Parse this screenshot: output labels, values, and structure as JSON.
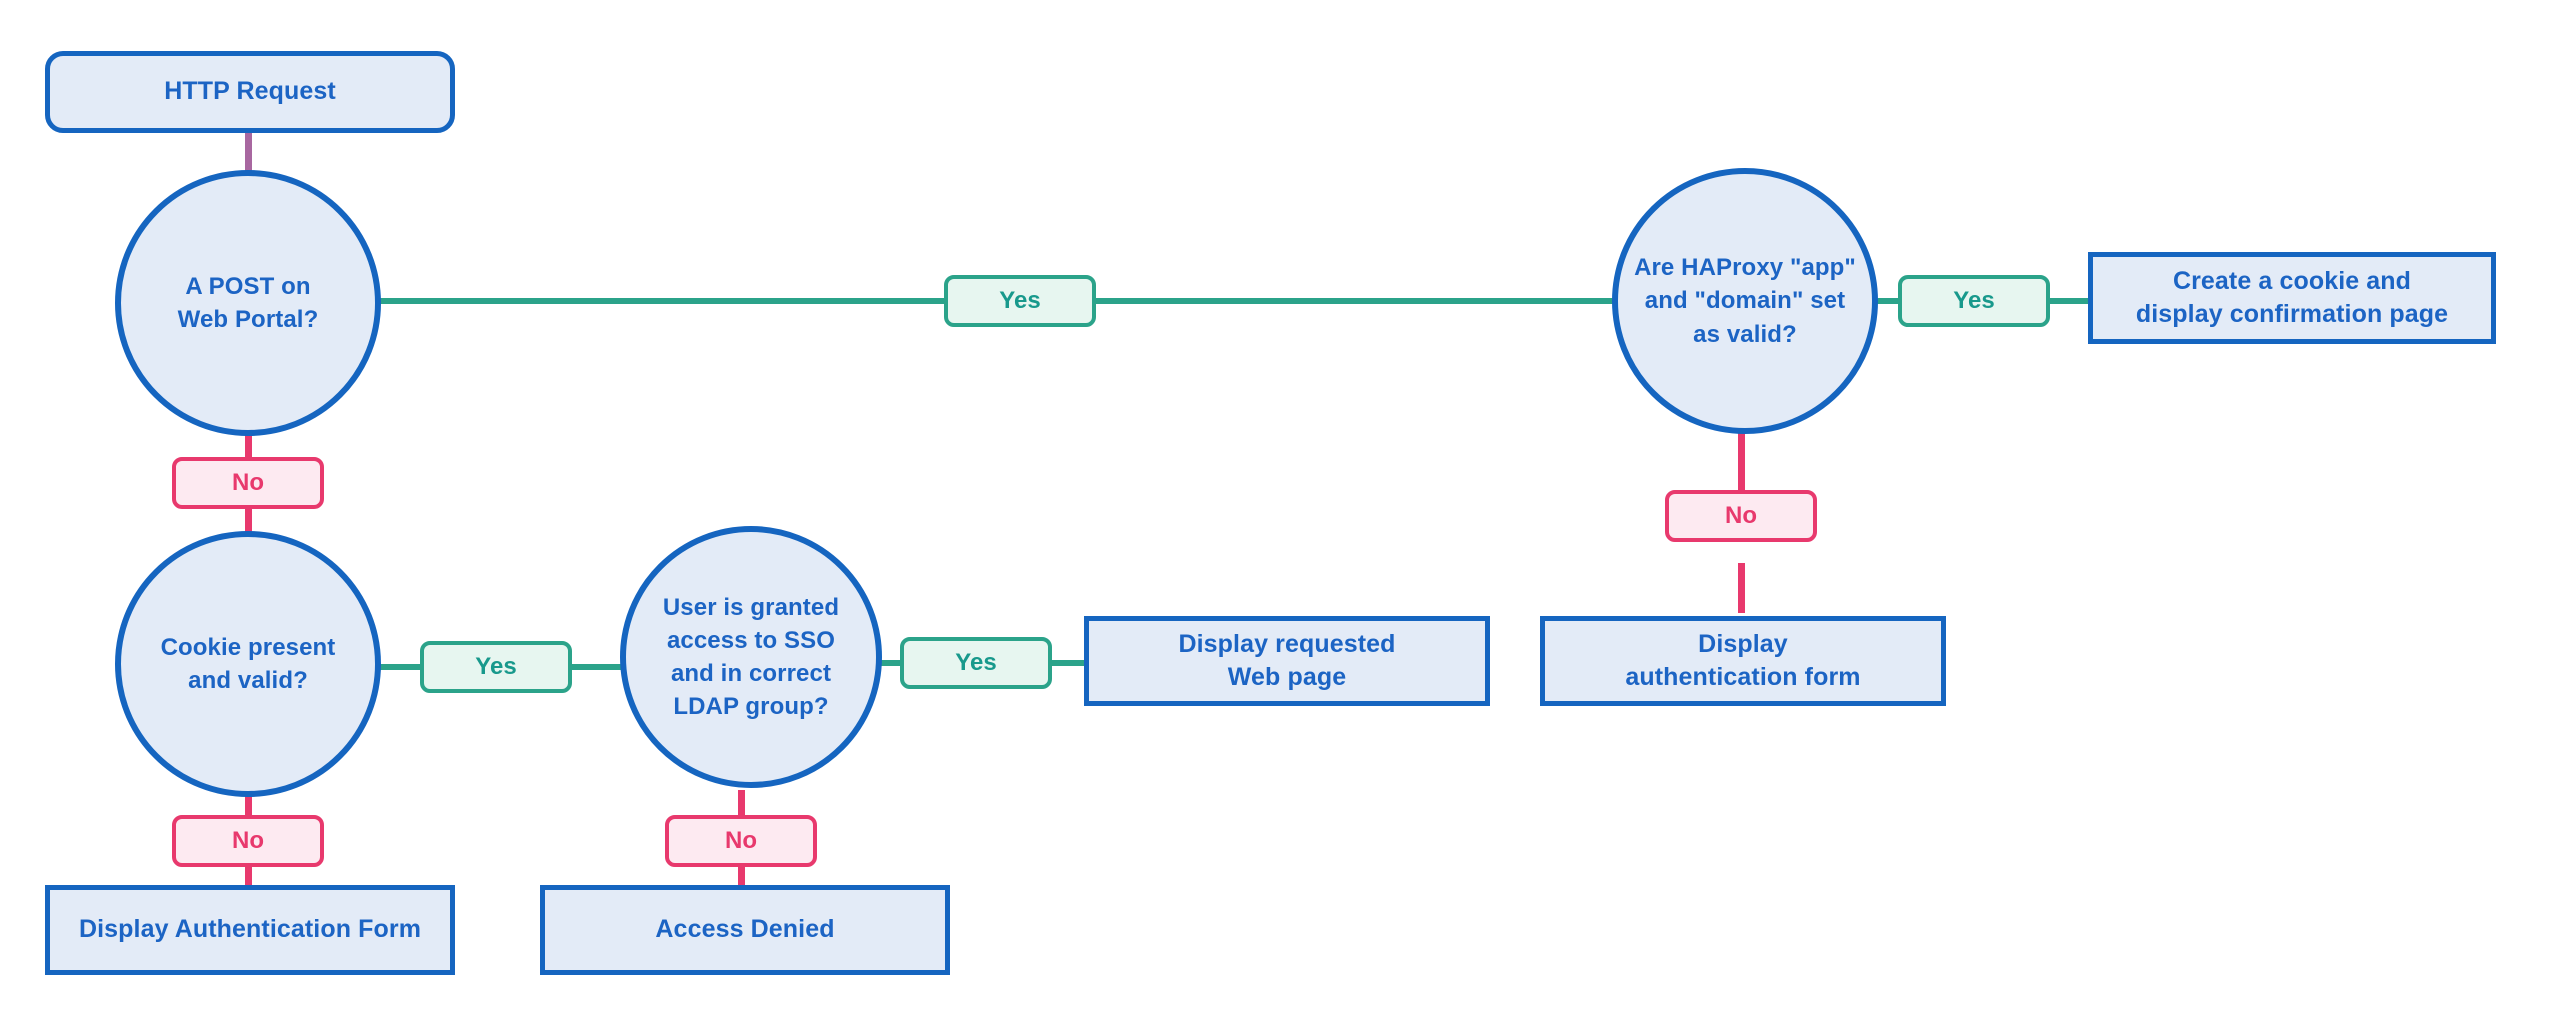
{
  "diagram": {
    "title": "HAProxy SSO authentication flowchart",
    "colors": {
      "node_border": "#1565c0",
      "node_fill": "#e3ebf7",
      "node_text": "#1c64c4",
      "yes_accent": "#2ba38a",
      "yes_fill": "#e7f6f0",
      "yes_text": "#18998c",
      "no_accent": "#e8396d",
      "no_fill": "#fdeaf1",
      "no_text": "#e8396d",
      "purple_edge": "#a867a0",
      "background": "#ffffff"
    },
    "nodes": [
      {
        "id": "http-request",
        "shape": "terminal",
        "text": "HTTP Request"
      },
      {
        "id": "a-post-on-web-portal",
        "shape": "decision",
        "text": "A POST on\nWeb Portal?"
      },
      {
        "id": "cookie-present-and-valid",
        "shape": "decision",
        "text": "Cookie present\nand valid?"
      },
      {
        "id": "user-is-granted-access",
        "shape": "decision",
        "text": "User is granted\naccess to SSO\nand in correct\nLDAP group?"
      },
      {
        "id": "are-haproxy-app-and-domain-set-as-valid",
        "shape": "decision",
        "text": "Are HAProxy \"app\"\nand \"domain\" set\nas valid?"
      },
      {
        "id": "create-a-cookie-and-display-confirmation-page",
        "shape": "process",
        "text": "Create a cookie and\ndisplay confirmation page"
      },
      {
        "id": "display-requested-web-page",
        "shape": "process",
        "text": "Display requested\nWeb page"
      },
      {
        "id": "display-authentication-form",
        "shape": "process",
        "text": "Display\nauthentication form"
      },
      {
        "id": "display-authentication-form-capitalized",
        "shape": "process",
        "text": "Display Authentication Form"
      },
      {
        "id": "access-denied",
        "shape": "process",
        "text": "Access Denied"
      }
    ],
    "edge_labels": {
      "post_yes": "Yes",
      "post_no": "No",
      "cookie_yes": "Yes",
      "cookie_no": "No",
      "ldap_yes": "Yes",
      "ldap_no": "No",
      "haproxy_yes": "Yes",
      "haproxy_no": "No"
    },
    "edges": [
      {
        "from": "http-request",
        "to": "a-post-on-web-portal",
        "label": "",
        "color": "purple"
      },
      {
        "from": "a-post-on-web-portal",
        "to": "are-haproxy-app-and-domain-set-as-valid",
        "label": "Yes",
        "color": "green"
      },
      {
        "from": "a-post-on-web-portal",
        "to": "cookie-present-and-valid",
        "label": "No",
        "color": "pink"
      },
      {
        "from": "cookie-present-and-valid",
        "to": "user-is-granted-access",
        "label": "Yes",
        "color": "green"
      },
      {
        "from": "cookie-present-and-valid",
        "to": "display-authentication-form-capitalized",
        "label": "No",
        "color": "pink"
      },
      {
        "from": "user-is-granted-access",
        "to": "display-requested-web-page",
        "label": "Yes",
        "color": "green"
      },
      {
        "from": "user-is-granted-access",
        "to": "access-denied",
        "label": "No",
        "color": "pink"
      },
      {
        "from": "are-haproxy-app-and-domain-set-as-valid",
        "to": "create-a-cookie-and-display-confirmation-page",
        "label": "Yes",
        "color": "green"
      },
      {
        "from": "are-haproxy-app-and-domain-set-as-valid",
        "to": "display-authentication-form",
        "label": "No",
        "color": "pink"
      }
    ]
  }
}
